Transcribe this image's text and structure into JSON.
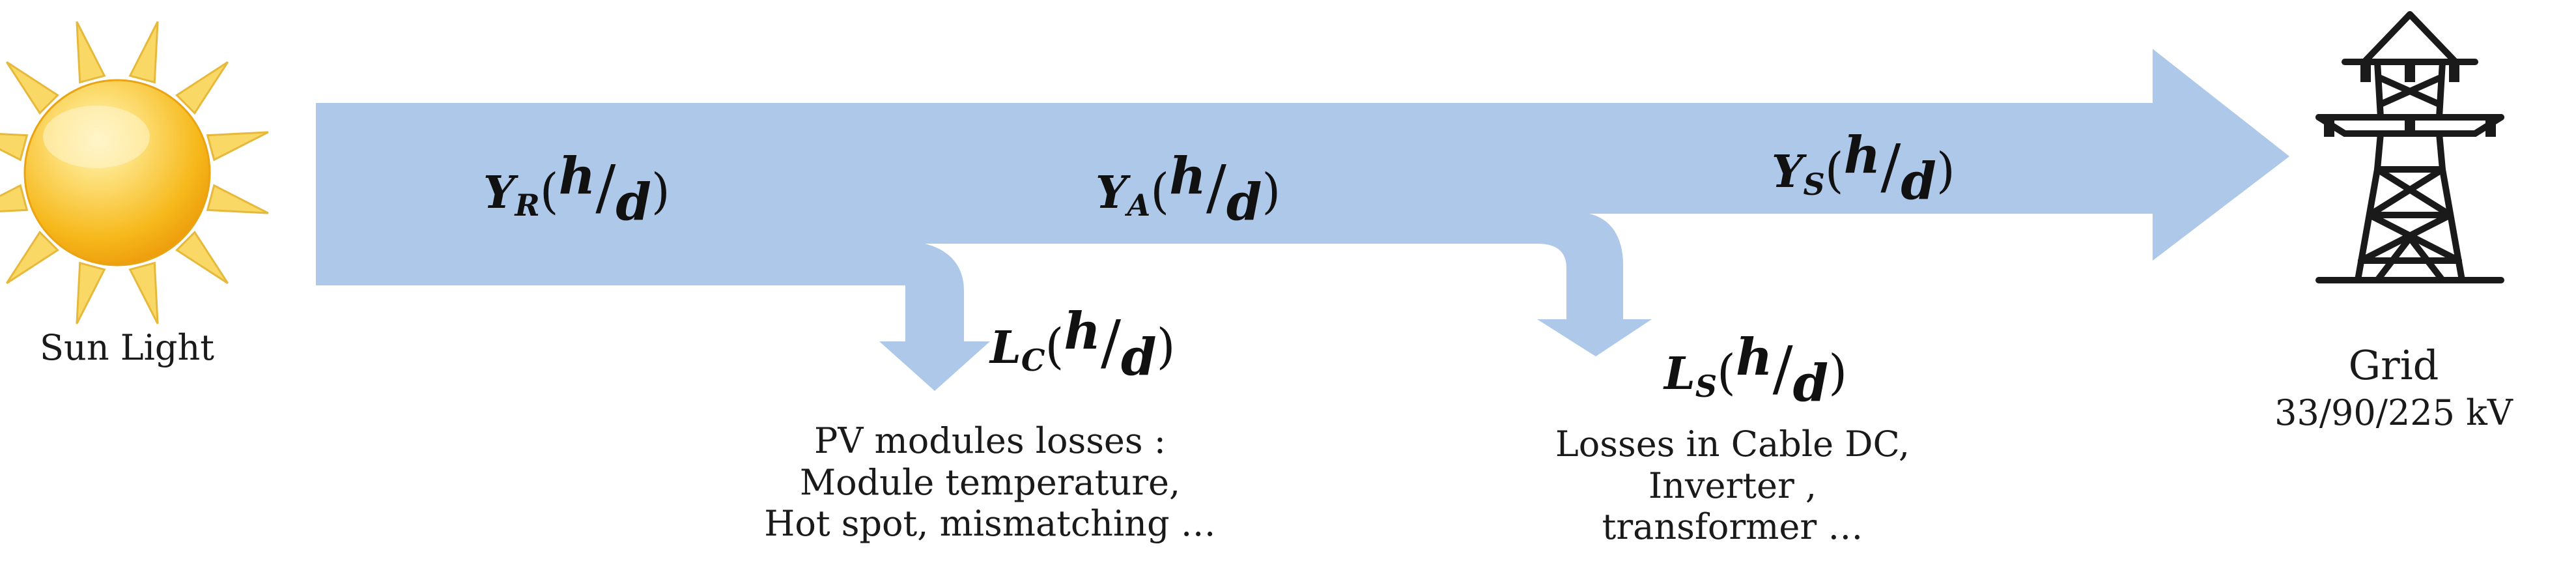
{
  "nodes": {
    "sun": {
      "label": "Sun Light"
    },
    "grid": {
      "label": "Grid",
      "voltage": "33/90/225 kV"
    }
  },
  "flows": {
    "reference_yield": {
      "symbol": "Y",
      "subscript": "R",
      "unit_num": "h",
      "unit_den": "d"
    },
    "array_yield": {
      "symbol": "Y",
      "subscript": "A",
      "unit_num": "h",
      "unit_den": "d"
    },
    "system_yield": {
      "symbol": "Y",
      "subscript": "S",
      "unit_num": "h",
      "unit_den": "d"
    },
    "capture_losses": {
      "symbol": "L",
      "subscript": "C",
      "unit_num": "h",
      "unit_den": "d"
    },
    "system_losses": {
      "symbol": "L",
      "subscript": "S",
      "unit_num": "h",
      "unit_den": "d"
    }
  },
  "loss_notes": {
    "pv_modules": [
      "PV modules losses :",
      "Module temperature,",
      "Hot spot, mismatching …"
    ],
    "bos": [
      "Losses in Cable DC,",
      "Inverter ,",
      "transformer …"
    ]
  },
  "colors": {
    "arrow": "#aec8ea",
    "sun_core": "#f6b81a",
    "sun_highlight": "#fde9a2",
    "sun_ray": "#f9d866",
    "sun_ray_edge": "#e7b93b",
    "tower": "#1a1a1a",
    "text": "#1a1a1a"
  }
}
